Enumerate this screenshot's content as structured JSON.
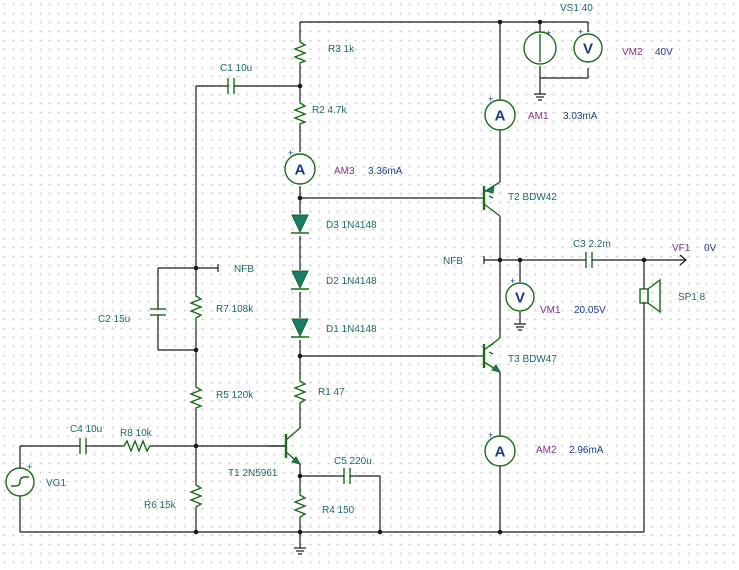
{
  "components": {
    "r3": "R3 1k",
    "r2": "R2 4.7k",
    "r7": "R7 108k",
    "r5": "R5 120k",
    "r8": "R8 10k",
    "r6": "R6 15k",
    "r1": "R1 47",
    "r4": "R4 150",
    "c1": "C1 10u",
    "c2": "C2 15u",
    "c3": "C3 2.2m",
    "c4": "C4 10u",
    "c5": "C5 220u",
    "d1": "D1 1N4148",
    "d2": "D2 1N4148",
    "d3": "D3 1N4148",
    "t1": "T1 2N5961",
    "t2": "T2 BDW42",
    "t3": "T3 BDW47",
    "sp1": "SP1 8",
    "vg1": "VG1",
    "vs1": "VS1 40"
  },
  "meters": {
    "am1": {
      "name": "AM1",
      "value": "3.03mA",
      "letter": "A"
    },
    "am2": {
      "name": "AM2",
      "value": "2.96mA",
      "letter": "A"
    },
    "am3": {
      "name": "AM3",
      "value": "3.36mA",
      "letter": "A"
    },
    "vm1": {
      "name": "VM1",
      "value": "20.05V",
      "letter": "V"
    },
    "vm2": {
      "name": "VM2",
      "value": "40V",
      "letter": "V"
    },
    "vf1": {
      "name": "VF1",
      "value": "0V"
    }
  },
  "nodes": {
    "nfb_left": "NFB",
    "nfb_right": "NFB"
  },
  "signs": {
    "plus": "+"
  },
  "colors": {
    "wire": "#1a1a1a",
    "component": "#1a6b1a",
    "diode_fill": "#1a7a6a",
    "label_teal": "#1a6b6b",
    "value_blue": "#1a3a8a",
    "meter_name_magenta": "#8a2a8a"
  }
}
